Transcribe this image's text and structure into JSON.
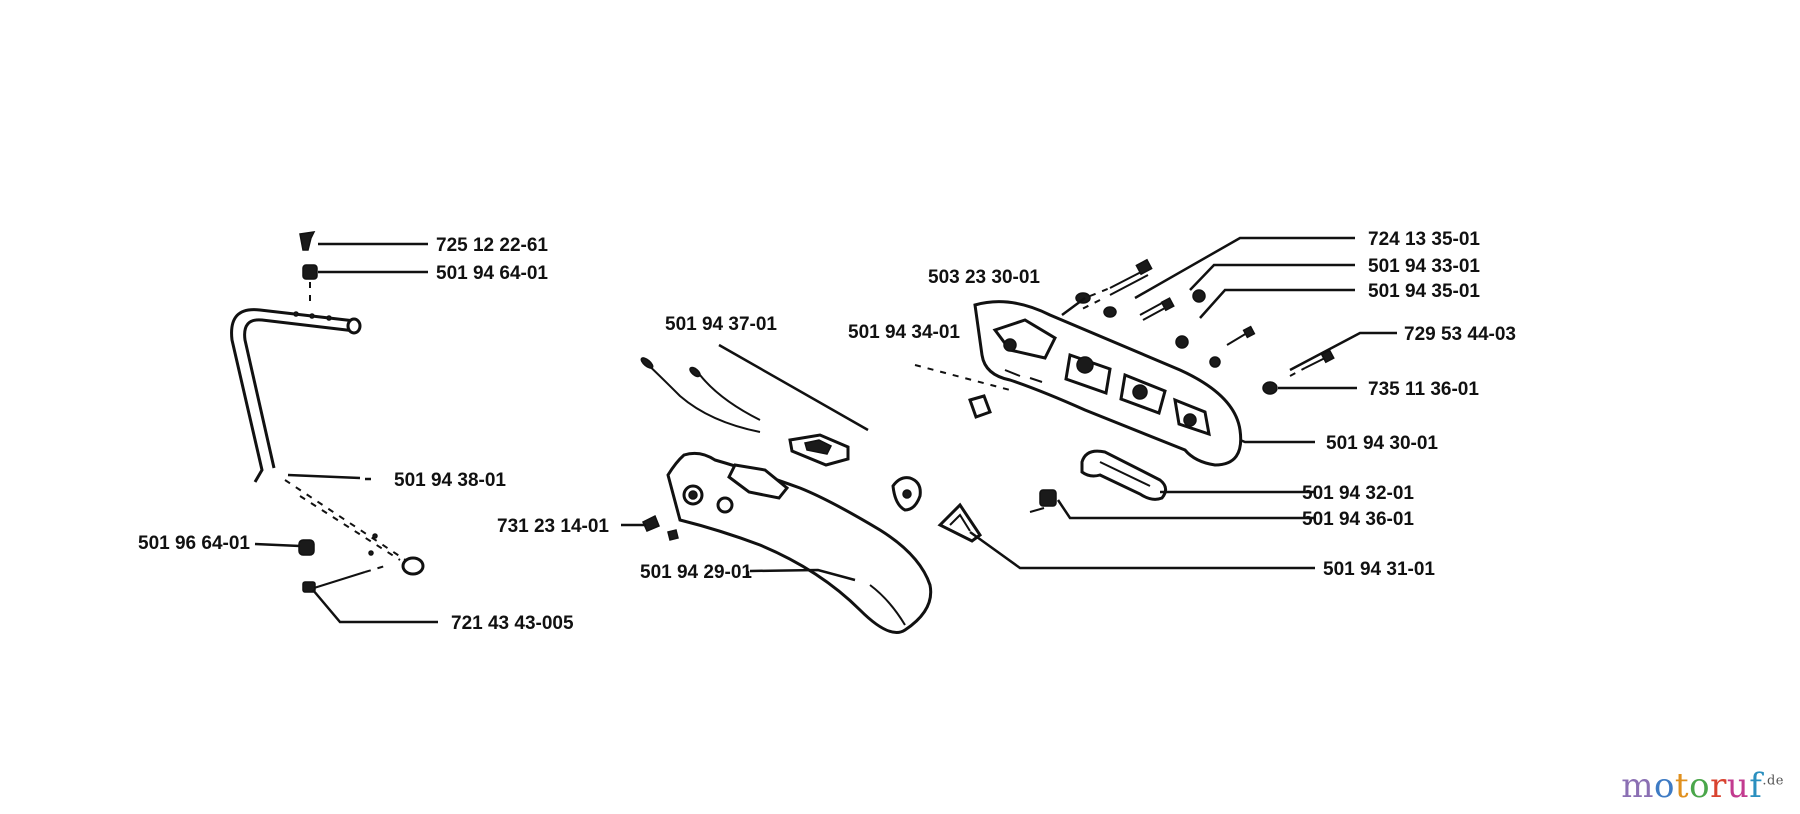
{
  "part_labels": {
    "p725122261": "725 12 22-61",
    "p501946401": "501 94 64-01",
    "p501943801": "501 94 38-01",
    "p501966401": "501 96 64-01",
    "p72143430005": "721 43 43-005",
    "p501943701": "501 94 37-01",
    "p731231401": "731 23 14-01",
    "p501942901": "501 94 29-01",
    "p501943401": "501 94 34-01",
    "p503233001": "503 23 30-01",
    "p724133501": "724 13 35-01",
    "p501943301": "501 94 33-01",
    "p501943501": "501 94 35-01",
    "p729534403": "729 53 44-03",
    "p735113601": "735 11 36-01",
    "p501943001": "501 94 30-01",
    "p501943201": "501 94 32-01",
    "p501943601": "501 94 36-01",
    "p501943101": "501 94 31-01"
  },
  "watermark": {
    "letters": [
      "m",
      "o",
      "t",
      "o",
      "r",
      "u",
      "f"
    ],
    "suffix": ".de",
    "colors": [
      "#8b6fb3",
      "#3e7bc4",
      "#e0901e",
      "#4aa64a",
      "#d9432f",
      "#c23b8f",
      "#2a8fbf"
    ]
  }
}
